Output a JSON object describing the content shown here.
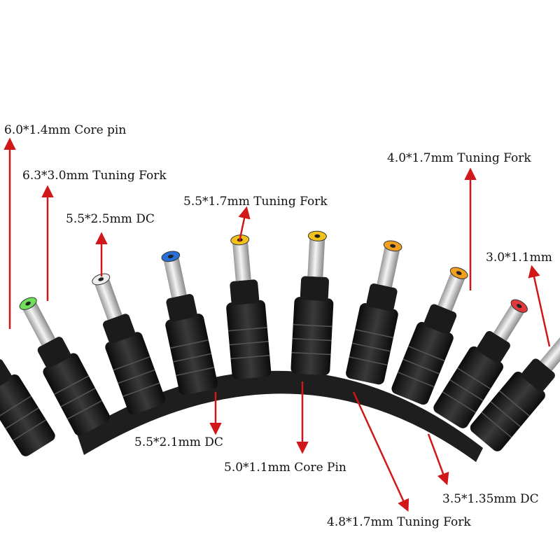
{
  "labels": {
    "l60_14": "6.0*1.4mm Core pin",
    "l63_30": "6.3*3.0mm Tuning Fork",
    "l55_25": "5.5*2.5mm DC",
    "l55_17": "5.5*1.7mm Tuning Fork",
    "l40_17": "4.0*1.7mm Tuning Fork",
    "l30_11": "3.0*1.1mm",
    "l55_21": "5.5*2.1mm DC",
    "l50_11": "5.0*1.1mm Core Pin",
    "l48_17": "4.8*1.7mm Tuning Fork",
    "l35_135": "3.5*1.35mm DC"
  },
  "colors": {
    "arrow": "#d01818",
    "plug_body": "#1b1b1b",
    "tip_black": "#2a2a2a",
    "tip_green": "#6ee05a",
    "tip_white": "#eeeeee",
    "tip_blue": "#2a6fd6",
    "tip_yellow": "#f2c21a",
    "tip_orange": "#f0a020",
    "tip_red": "#e23a3a"
  }
}
